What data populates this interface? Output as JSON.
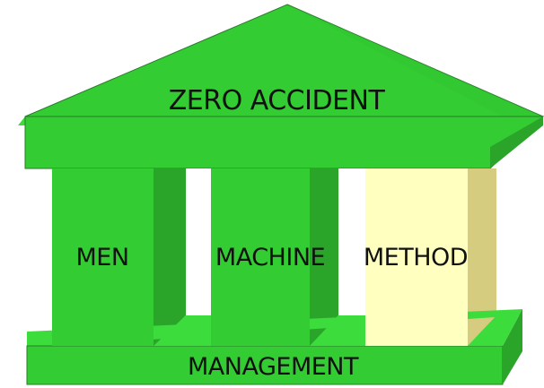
{
  "roof": {
    "label": "ZERO ACCIDENT"
  },
  "pillars": [
    {
      "label": "MEN"
    },
    {
      "label": "MACHINE"
    },
    {
      "label": "METHOD"
    }
  ],
  "base": {
    "label": "MANAGEMENT"
  },
  "colors": {
    "green_face": "#33cc33",
    "green_side": "#2aa52a",
    "green_top": "#3ddc3d",
    "method_face": "#ffffc0",
    "method_side": "#d6cc80",
    "outline": "#2a7a2a"
  }
}
